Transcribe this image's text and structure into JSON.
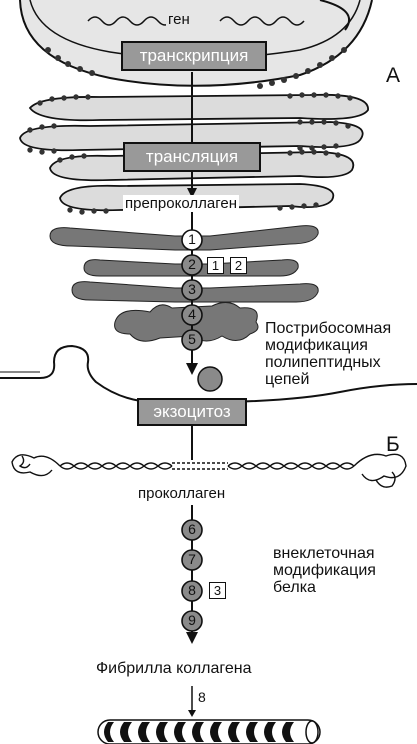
{
  "labels": {
    "gene": "ген",
    "transcription": "транскрипция",
    "translation": "трансляция",
    "preprocollagen": "препроколлаген",
    "exocytosis": "экзоцитоз",
    "procollagen": "проколлаген",
    "fibril": "Фибрилла коллагена",
    "arrow_number": "8",
    "panel_a": "А",
    "panel_b": "Б",
    "post_ribosomal": "Пострибосомная\nмодификация\nполипептидных\nцепей",
    "extracellular": "внеклеточная\nмодификация\nбелка"
  },
  "steps": [
    "1",
    "2",
    "3",
    "4",
    "5",
    "6",
    "7",
    "8",
    "9"
  ],
  "markers": [
    "1",
    "2",
    "3"
  ],
  "colors": {
    "box": "#999999",
    "line": "#111111",
    "er": "#d8d8d8",
    "golgi": "#777777",
    "circle": "#8a8a8a"
  }
}
